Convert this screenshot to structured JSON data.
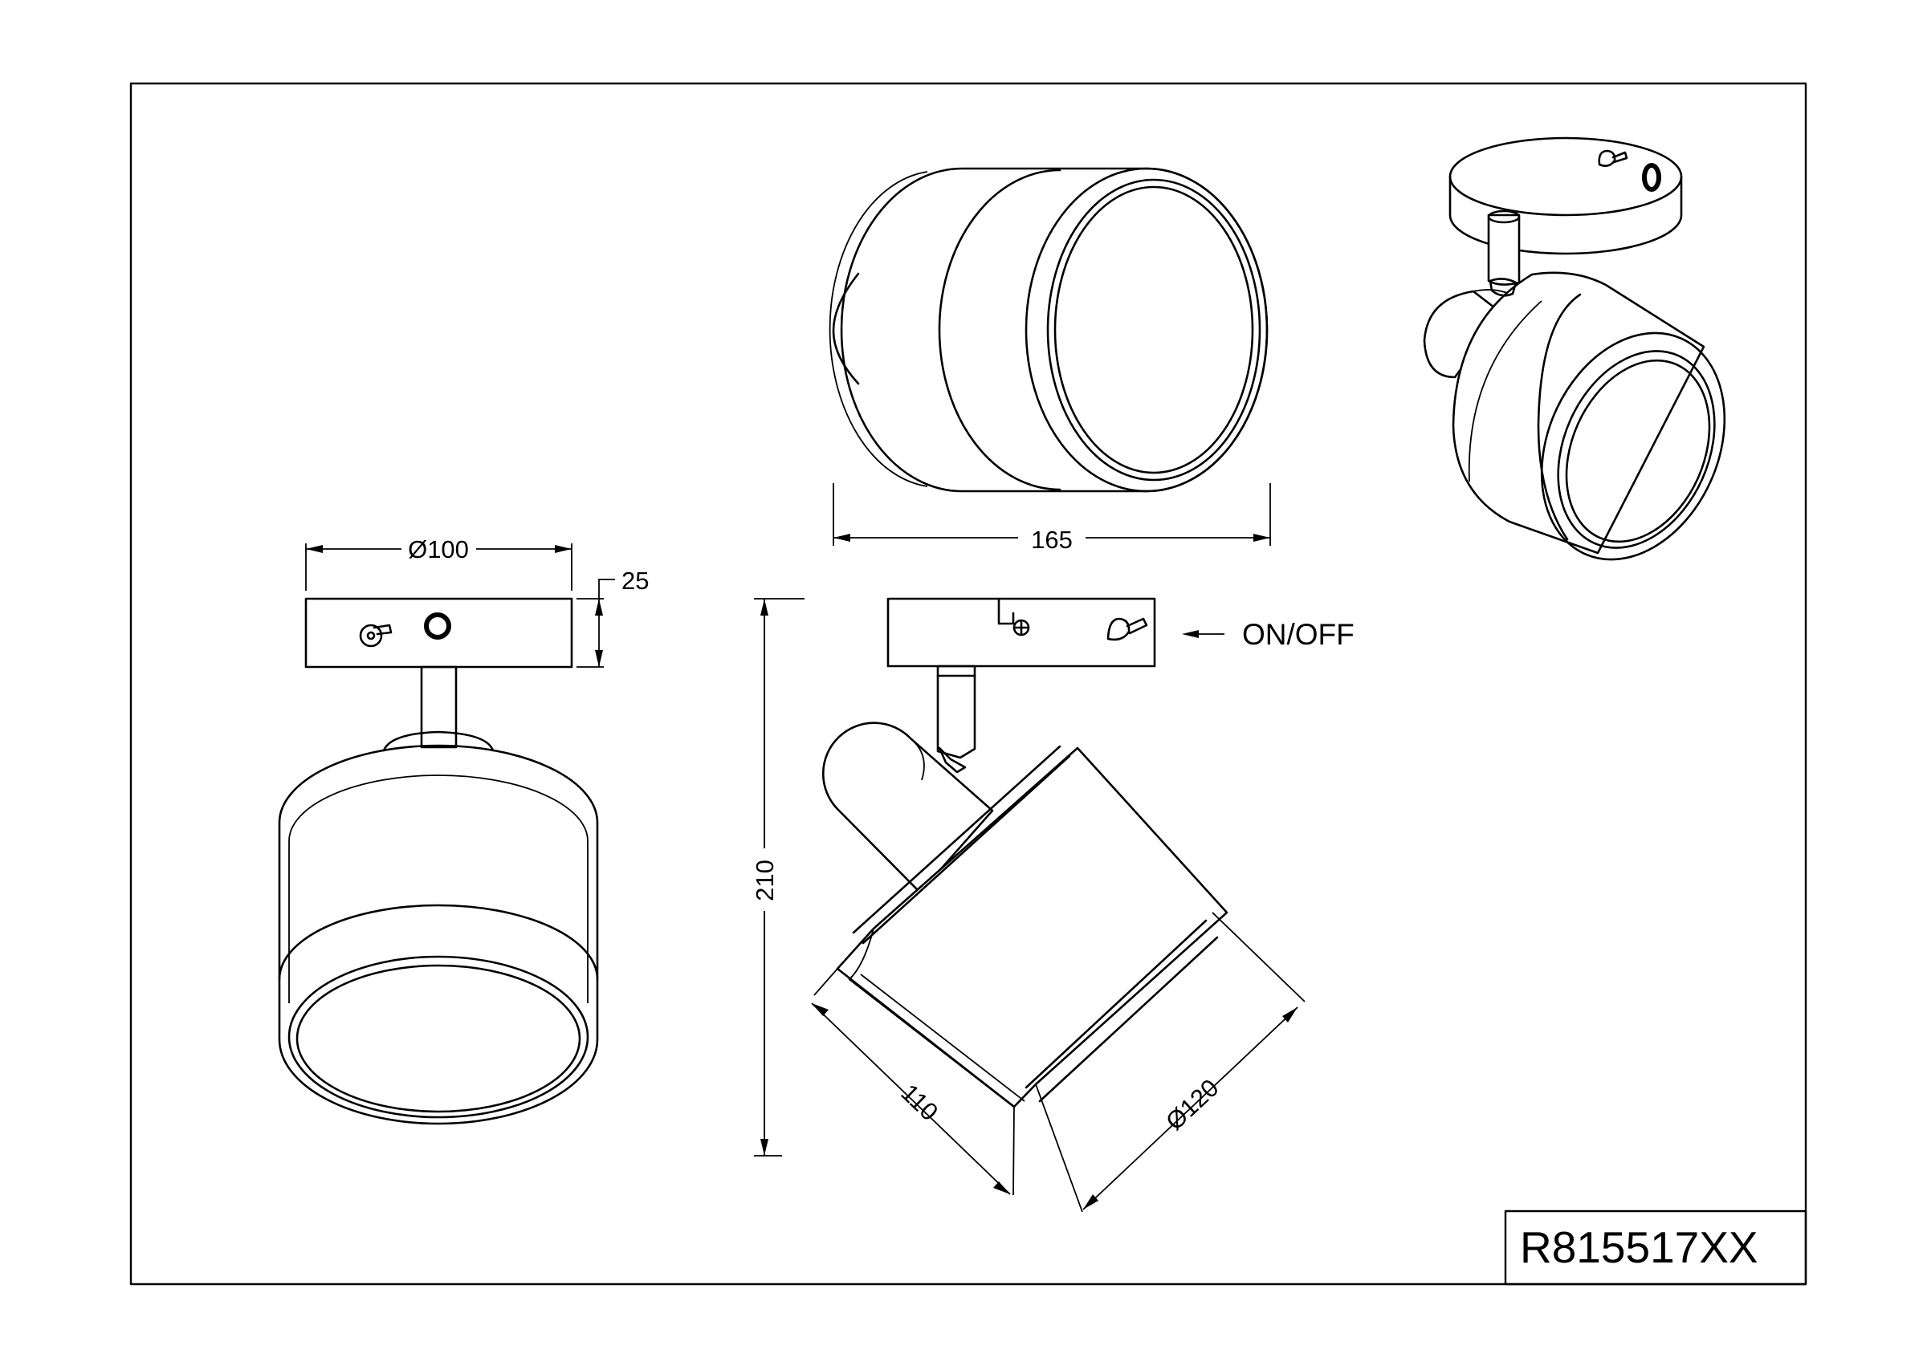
{
  "drawing": {
    "article_number": "R815517XX",
    "callout_on_off": "ON/OFF",
    "dimensions": {
      "base_diameter": "Ø100",
      "base_height": "25",
      "total_length": "165",
      "total_height": "210",
      "shade_length": "110",
      "shade_diameter": "Ø120"
    }
  }
}
